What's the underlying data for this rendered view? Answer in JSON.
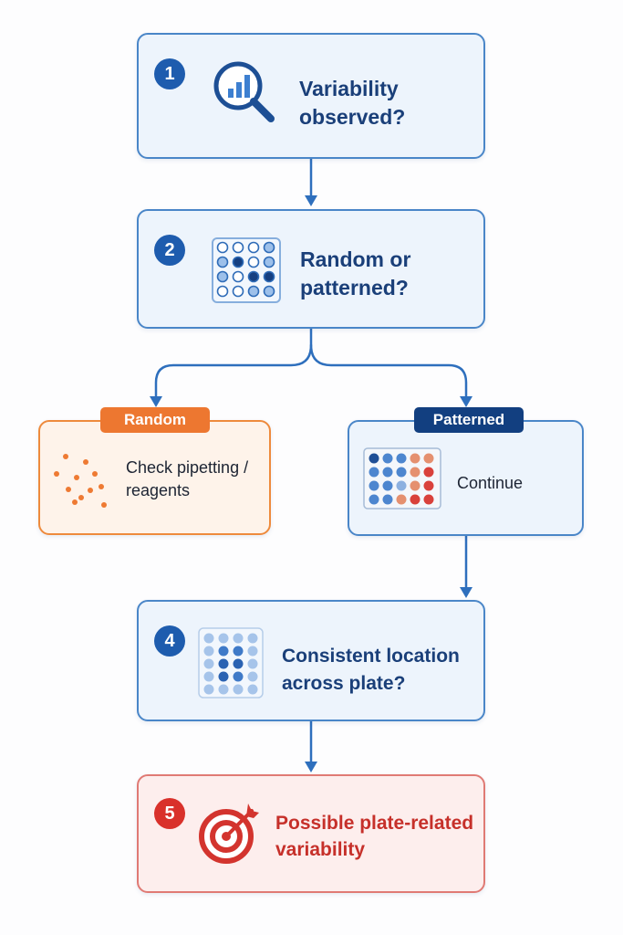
{
  "steps": [
    {
      "number": "1",
      "text": "Variability observed?",
      "icon": "magnifier-bar-chart-icon"
    },
    {
      "number": "2",
      "text": "Random or patterned?",
      "icon": "well-plate-grid-icon"
    },
    {
      "number": "4",
      "text": "Consistent location across plate?",
      "icon": "well-plate-column-icon"
    },
    {
      "number": "5",
      "text": "Possible plate-related variability",
      "icon": "target-icon"
    }
  ],
  "branches": {
    "random": {
      "tag": "Random",
      "text": "Check pipetting / reagents",
      "icon": "scattered-dots-icon"
    },
    "patterned": {
      "tag": "Patterned",
      "text": "Continue",
      "icon": "gradient-plate-icon"
    }
  },
  "colors": {
    "primary_blue": "#1e5cae",
    "random_orange": "#ed7730",
    "result_red": "#d9312b"
  }
}
